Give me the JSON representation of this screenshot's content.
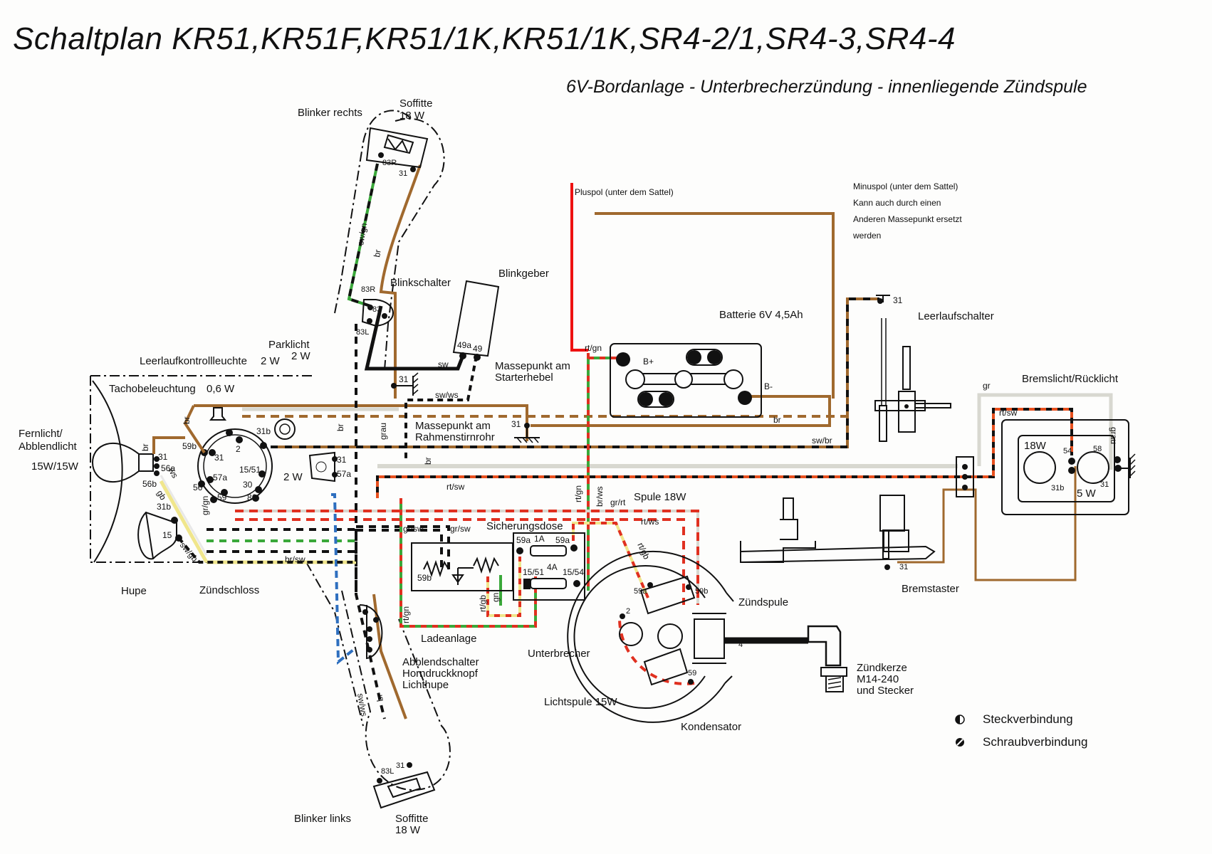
{
  "header": {
    "title": "Schaltplan KR51,KR51F,KR51/1K,KR51/1K,SR4-2/1,SR4-3,SR4-4",
    "subtitle": "6V-Bordanlage - Unterbrecherzündung - innenliegende Zündspule"
  },
  "wire_colors": {
    "br": "#a0692e",
    "sw": "#111111",
    "rt": "#e03020",
    "gn": "#3aa83a",
    "gb": "#f0e68c",
    "ws": "#e8e8e8",
    "gr": "#d8d8d0",
    "bl": "#2e6fbf",
    "red_plus": "#ee1111"
  },
  "components": {
    "blinker_rechts": {
      "label": "Blinker rechts",
      "bulb": "Soffitte",
      "power": "18 W",
      "terminals": [
        "83R",
        "31"
      ]
    },
    "blinker_links": {
      "label": "Blinker links",
      "bulb": "Soffitte",
      "power": "18 W",
      "terminals": [
        "83L",
        "31"
      ]
    },
    "blinkschalter": {
      "label": "Blinkschalter",
      "terminals": [
        "83R",
        "83",
        "83L"
      ]
    },
    "blinkgeber": {
      "label": "Blinkgeber",
      "terminals": [
        "49a",
        "49"
      ]
    },
    "massepunkt_starter": {
      "label_line1": "Massepunkt am",
      "label_line2": "Starterhebel",
      "terminal": "31"
    },
    "massepunkt_rahmen": {
      "label_line1": "Massepunkt am",
      "label_line2": "Rahmenstirnrohr",
      "terminal": "31"
    },
    "parklicht": {
      "label": "Parklicht",
      "power": "2 W",
      "terminals": [
        "31",
        "57a"
      ]
    },
    "leerlaufkontrollleuchte": {
      "label": "Leerlaufkontrollleuchte",
      "power": "2 W"
    },
    "tachobeleuchtung": {
      "label": "Tachobeleuchtung",
      "power": "0,6 W"
    },
    "fernlicht": {
      "label_line1": "Fernlicht/",
      "label_line2": "Abblendlicht",
      "power": "15W/15W",
      "terminals": [
        "31",
        "56a",
        "56b"
      ]
    },
    "hupe": {
      "label": "Hupe",
      "terminals": [
        "31b",
        "15"
      ]
    },
    "zuendschloss": {
      "label": "Zündschloss",
      "terminals": [
        "59b",
        "31",
        "2",
        "31b",
        "15/51",
        "57a",
        "30",
        "56",
        "59",
        "86"
      ]
    },
    "abblendschalter": {
      "label_line1": "Abblendschalter",
      "label_line2": "Horndruckknopf",
      "label_line3": "Lichthupe"
    },
    "ladeanlage": {
      "label": "Ladeanlage",
      "terminals": [
        "59b"
      ]
    },
    "sicherungsdose": {
      "label": "Sicherungsdose",
      "fuse1": "1A",
      "fuse2": "4A",
      "terminals": [
        "59a",
        "59a",
        "15/51",
        "15/54"
      ]
    },
    "spule": {
      "label": "Spule 18W"
    },
    "zuendspule": {
      "label": "Zündspule"
    },
    "unterbrecher": {
      "label": "Unterbrecher"
    },
    "lichtspule": {
      "label": "Lichtspule 15W"
    },
    "kondensator": {
      "label": "Kondensator"
    },
    "generator_terminals": [
      "59a",
      "59b",
      "2",
      "59",
      "4"
    ],
    "zuendkerze": {
      "label_line1": "Zündkerze",
      "label_line2": "M14-240",
      "label_line3": "und Stecker"
    },
    "pluspol": {
      "label": "Pluspol (unter dem Sattel)"
    },
    "minuspol": {
      "line1": "Minuspol (unter dem Sattel)",
      "line2": "Kann auch durch einen",
      "line3": "Anderen Massepunkt ersetzt",
      "line4": "werden"
    },
    "batterie": {
      "label": "Batterie 6V 4,5Ah",
      "plus": "B+",
      "minus": "B-"
    },
    "leerlaufschalter": {
      "label": "Leerlaufschalter",
      "terminal": "31"
    },
    "bremslicht": {
      "label": "Bremslicht/Rücklicht",
      "brake_power": "18W",
      "tail_power": "5 W",
      "terminals": [
        "54",
        "58",
        "31b",
        "31"
      ]
    },
    "bremstaster": {
      "label": "Bremstaster",
      "terminal": "31"
    }
  },
  "wire_labels": {
    "sw_gn": "sw/gn",
    "br": "br",
    "sw": "sw",
    "sw_ws": "sw/ws",
    "rt_gn": "rt/gn",
    "grau": "grau",
    "gr": "gr",
    "rt_sw": "rt/sw",
    "sw_br": "sw/br",
    "br_sw": "br/sw",
    "ws": "ws",
    "gb": "gb",
    "sw_gb": "sw/gb",
    "gr_gn": "gr/gn",
    "gr_sw": "gr/sw",
    "rt_gb": "rt/gb",
    "gn": "gn",
    "br_ws": "br/ws",
    "gr_rt": "gr/rt",
    "rt_ws": "rt/ws",
    "two_w": "2 W"
  },
  "legend": {
    "steck": "Steckverbindung",
    "schraub": "Schraubverbindung"
  }
}
